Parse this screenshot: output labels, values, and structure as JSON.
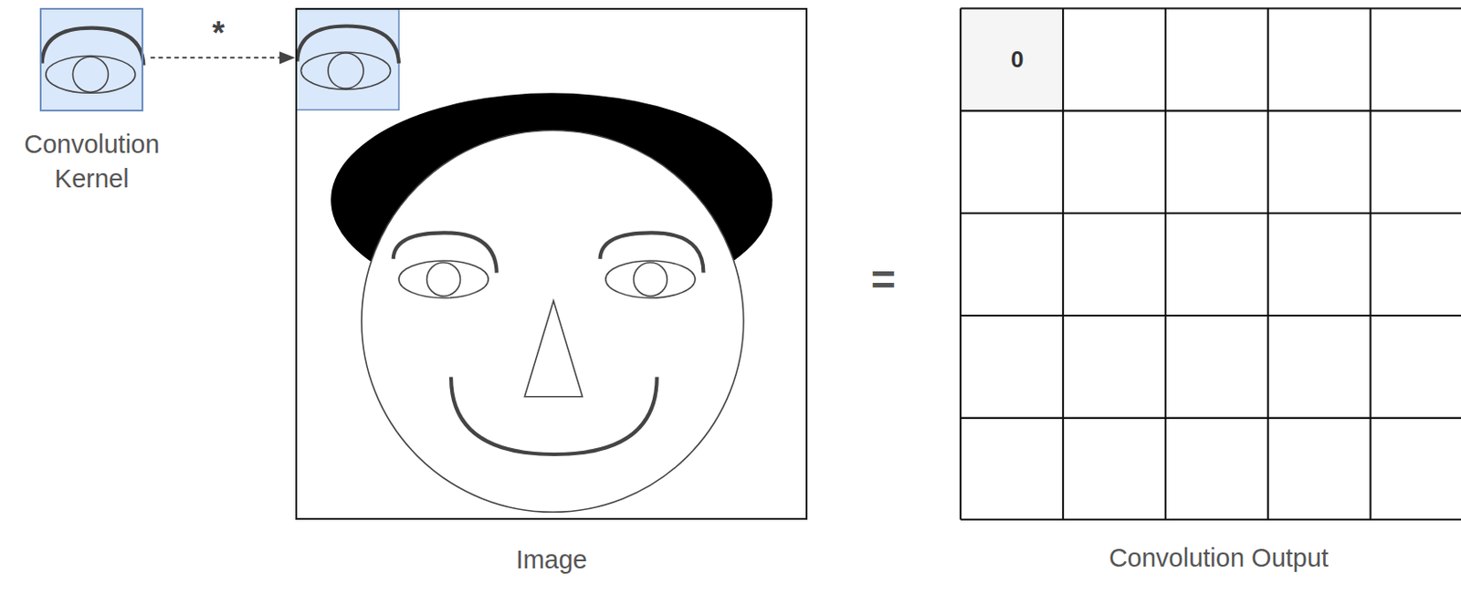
{
  "diagram": {
    "nodes": [
      {
        "text": [
          "Convolution Kernel"
        ]
      },
      {
        "text": [
          "Image"
        ]
      },
      {
        "text": [
          "Convolution Output"
        ]
      },
      {
        "text": [
          "0"
        ],
        "in": 2
      }
    ],
    "edges": [
      {
        "from": 0,
        "to": 1,
        "arrow": "to",
        "label": "*"
      }
    ],
    "labels": [
      "="
    ]
  }
}
